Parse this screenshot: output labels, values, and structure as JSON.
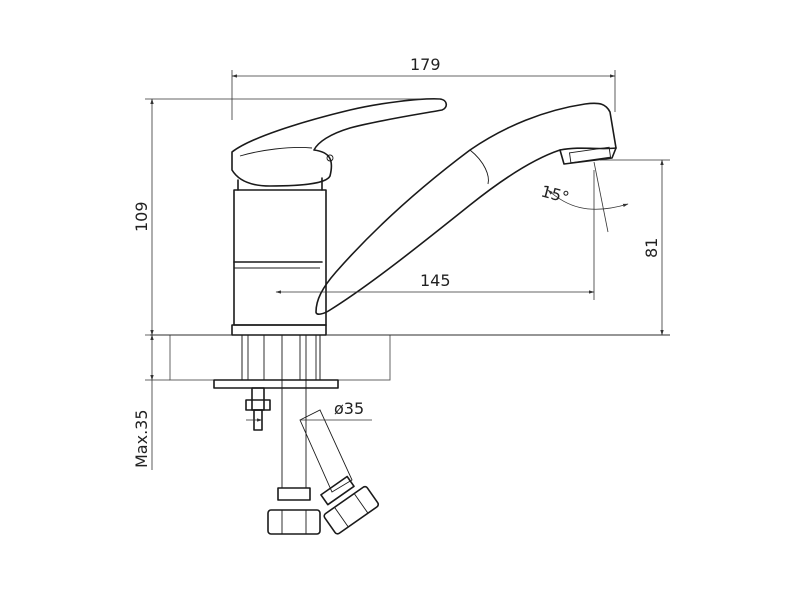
{
  "dimensions": {
    "total_length": "179",
    "height": "109",
    "spout_reach": "145",
    "spout_height": "81",
    "swivel_angle": "15°",
    "mount_diameter": "ø35",
    "max_thickness": "Max.35"
  }
}
